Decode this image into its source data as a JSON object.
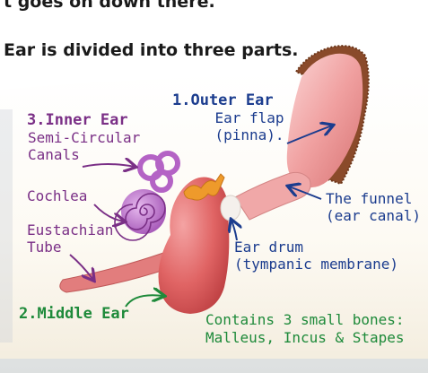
{
  "header": {
    "line1": "t goes on down there.",
    "line2": "Ear is divided into three parts."
  },
  "labels": {
    "outer_ear_title": "1.Outer Ear",
    "ear_flap_line1": "Ear flap",
    "ear_flap_line2": "(pinna).",
    "inner_ear_title": "3.Inner Ear",
    "semicircular_line1": "Semi-Circular",
    "semicircular_line2": "Canals",
    "cochlea": "Cochlea",
    "eustachian_line1": "Eustachian",
    "eustachian_line2": "Tube",
    "funnel_line1": "The funnel",
    "funnel_line2": "(ear canal)",
    "eardrum_line1": "Ear drum",
    "eardrum_line2": "(tympanic membrane)",
    "middle_ear_title": "2.Middle Ear",
    "bones_line1": "Contains 3 small bones:",
    "bones_line2": "Malleus, Incus & Stapes"
  },
  "colors": {
    "inner_ear": "#7a2f86",
    "outer_ear": "#1b3c8e",
    "middle_ear": "#1e8a3a",
    "tube_red": "#d84a4c",
    "cochlea_purple": "#b767c5",
    "bones_orange": "#e88f24"
  }
}
